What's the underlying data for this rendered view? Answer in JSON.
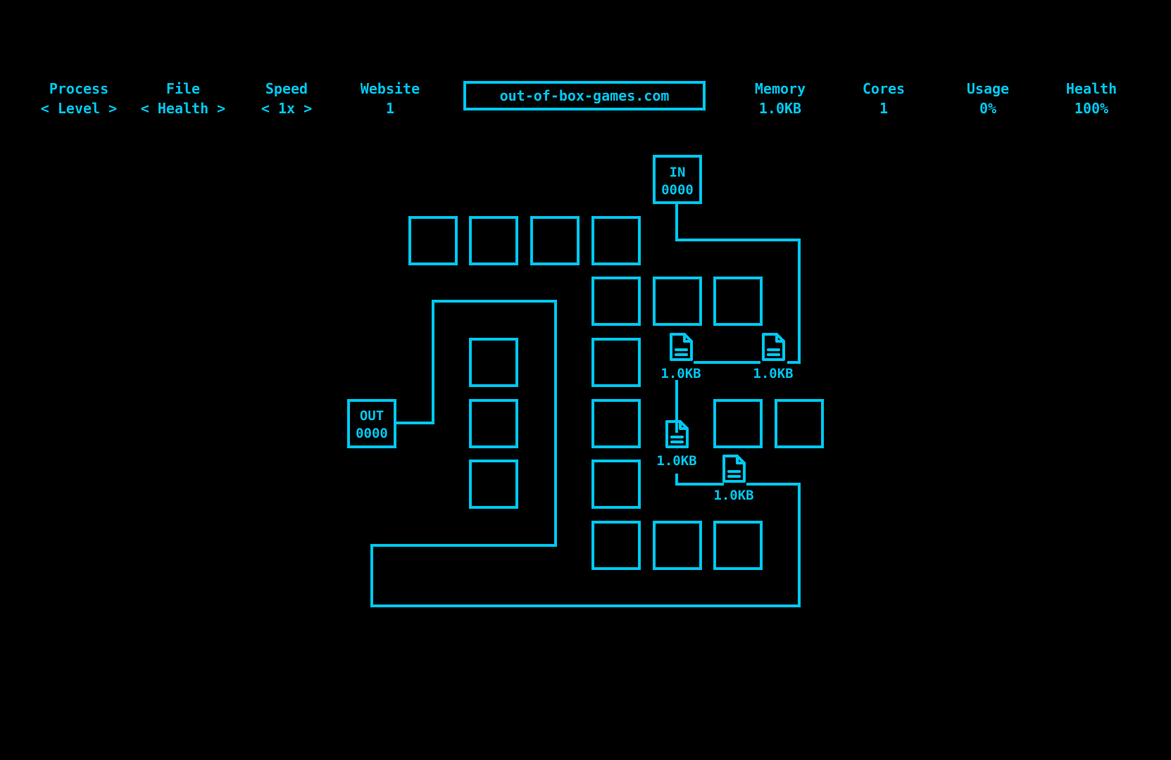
{
  "theme": {
    "accent": "#00c8f0",
    "background": "#000000"
  },
  "hud": {
    "process": {
      "label": "Process",
      "prev": "<",
      "value": "Level",
      "next": ">"
    },
    "file": {
      "label": "File",
      "prev": "<",
      "value": "Health",
      "next": ">"
    },
    "speed": {
      "label": "Speed",
      "prev": "<",
      "value": "1x",
      "next": ">"
    },
    "website": {
      "label": "Website",
      "value": "1"
    },
    "site_url": "out-of-box-games.com",
    "memory": {
      "label": "Memory",
      "value": "1.0KB"
    },
    "cores": {
      "label": "Cores",
      "value": "1"
    },
    "usage": {
      "label": "Usage",
      "value": "0%"
    },
    "health": {
      "label": "Health",
      "value": "100%"
    }
  },
  "board": {
    "input_node": {
      "label": "IN",
      "count": "0000"
    },
    "output_node": {
      "label": "OUT",
      "count": "0000"
    },
    "packets": [
      {
        "icon": "file-icon",
        "size": "1.0KB"
      },
      {
        "icon": "file-icon",
        "size": "1.0KB"
      },
      {
        "icon": "file-icon",
        "size": "1.0KB"
      },
      {
        "icon": "file-icon",
        "size": "1.0KB"
      }
    ]
  }
}
